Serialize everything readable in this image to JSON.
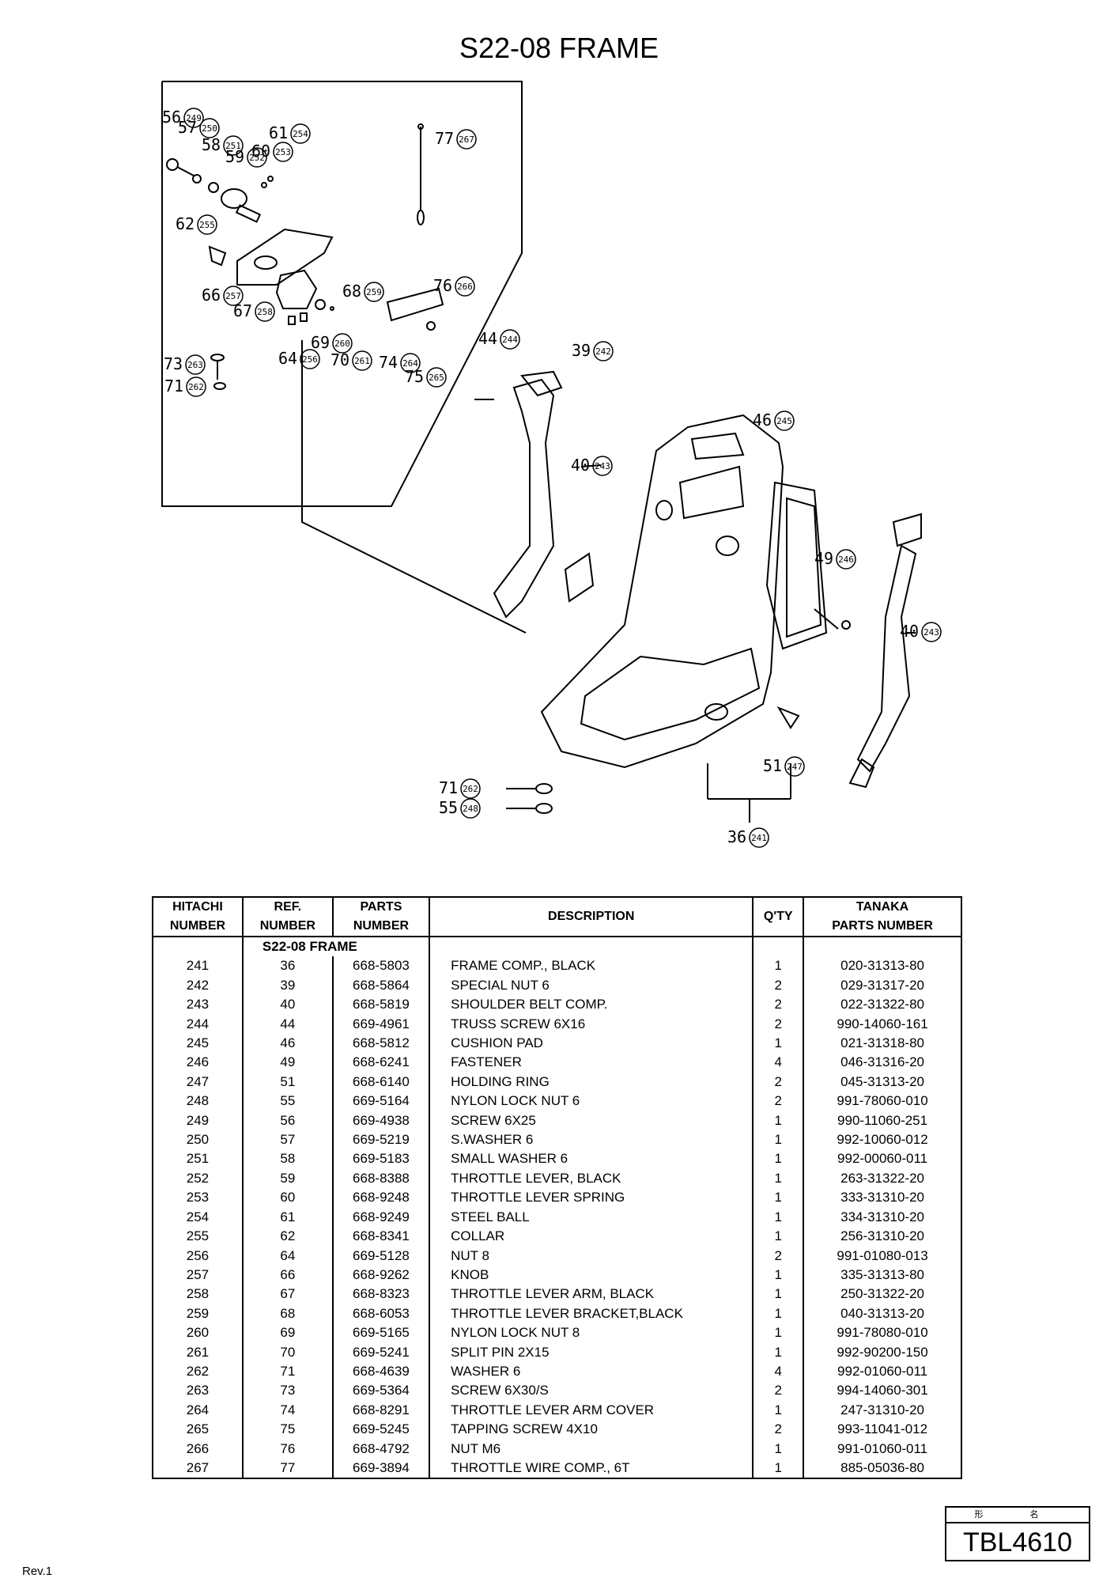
{
  "title": "S22-08 FRAME",
  "callouts": [
    {
      "ref": "56",
      "no": "249"
    },
    {
      "ref": "57",
      "no": "250"
    },
    {
      "ref": "58",
      "no": "251"
    },
    {
      "ref": "59",
      "no": "252"
    },
    {
      "ref": "60",
      "no": "253"
    },
    {
      "ref": "61",
      "no": "254"
    },
    {
      "ref": "62",
      "no": "255"
    },
    {
      "ref": "66",
      "no": "257"
    },
    {
      "ref": "67",
      "no": "258"
    },
    {
      "ref": "68",
      "no": "259"
    },
    {
      "ref": "64",
      "no": "256"
    },
    {
      "ref": "69",
      "no": "260"
    },
    {
      "ref": "70",
      "no": "261"
    },
    {
      "ref": "73",
      "no": "263"
    },
    {
      "ref": "71",
      "no": "262"
    },
    {
      "ref": "74",
      "no": "264"
    },
    {
      "ref": "75",
      "no": "265"
    },
    {
      "ref": "76",
      "no": "266"
    },
    {
      "ref": "77",
      "no": "267"
    },
    {
      "ref": "44",
      "no": "244"
    },
    {
      "ref": "39",
      "no": "242"
    },
    {
      "ref": "40",
      "no": "243"
    },
    {
      "ref": "46",
      "no": "245"
    },
    {
      "ref": "49",
      "no": "246"
    },
    {
      "ref": "40",
      "no": "243"
    },
    {
      "ref": "51",
      "no": "247"
    },
    {
      "ref": "36",
      "no": "241"
    },
    {
      "ref": "71",
      "no": "262"
    },
    {
      "ref": "55",
      "no": "248"
    }
  ],
  "table": {
    "headers": {
      "hitachi": [
        "HITACHI",
        "NUMBER"
      ],
      "ref": [
        "REF.",
        "NUMBER"
      ],
      "parts": [
        "PARTS",
        "NUMBER"
      ],
      "description": "DESCRIPTION",
      "qty": "Q'TY",
      "tanaka": [
        "TANAKA",
        "PARTS NUMBER"
      ]
    },
    "section": "S22-08  FRAME",
    "rows": [
      [
        "241",
        "36",
        "668-5803",
        "FRAME COMP., BLACK",
        "1",
        "020-31313-80"
      ],
      [
        "242",
        "39",
        "668-5864",
        "SPECIAL NUT 6",
        "2",
        "029-31317-20"
      ],
      [
        "243",
        "40",
        "668-5819",
        "SHOULDER BELT COMP.",
        "2",
        "022-31322-80"
      ],
      [
        "244",
        "44",
        "669-4961",
        "TRUSS SCREW 6X16",
        "2",
        "990-14060-161"
      ],
      [
        "245",
        "46",
        "668-5812",
        "CUSHION PAD",
        "1",
        "021-31318-80"
      ],
      [
        "246",
        "49",
        "668-6241",
        "FASTENER",
        "4",
        "046-31316-20"
      ],
      [
        "247",
        "51",
        "668-6140",
        "HOLDING RING",
        "2",
        "045-31313-20"
      ],
      [
        "248",
        "55",
        "669-5164",
        "NYLON LOCK NUT 6",
        "2",
        "991-78060-010"
      ],
      [
        "249",
        "56",
        "669-4938",
        "SCREW 6X25",
        "1",
        "990-11060-251"
      ],
      [
        "250",
        "57",
        "669-5219",
        "S.WASHER 6",
        "1",
        "992-10060-012"
      ],
      [
        "251",
        "58",
        "669-5183",
        "SMALL WASHER 6",
        "1",
        "992-00060-011"
      ],
      [
        "252",
        "59",
        "668-8388",
        "THROTTLE LEVER, BLACK",
        "1",
        "263-31322-20"
      ],
      [
        "253",
        "60",
        "668-9248",
        "THROTTLE LEVER SPRING",
        "1",
        "333-31310-20"
      ],
      [
        "254",
        "61",
        "668-9249",
        "STEEL BALL",
        "1",
        "334-31310-20"
      ],
      [
        "255",
        "62",
        "668-8341",
        "COLLAR",
        "1",
        "256-31310-20"
      ],
      [
        "256",
        "64",
        "669-5128",
        "NUT 8",
        "2",
        "991-01080-013"
      ],
      [
        "257",
        "66",
        "668-9262",
        "KNOB",
        "1",
        "335-31313-80"
      ],
      [
        "258",
        "67",
        "668-8323",
        "THROTTLE LEVER ARM, BLACK",
        "1",
        "250-31322-20"
      ],
      [
        "259",
        "68",
        "668-6053",
        "THROTTLE LEVER BRACKET,BLACK",
        "1",
        "040-31313-20"
      ],
      [
        "260",
        "69",
        "669-5165",
        "NYLON LOCK NUT 8",
        "1",
        "991-78080-010"
      ],
      [
        "261",
        "70",
        "669-5241",
        "SPLIT PIN 2X15",
        "1",
        "992-90200-150"
      ],
      [
        "262",
        "71",
        "668-4639",
        "WASHER 6",
        "4",
        "992-01060-011"
      ],
      [
        "263",
        "73",
        "669-5364",
        "SCREW 6X30/S",
        "2",
        "994-14060-301"
      ],
      [
        "264",
        "74",
        "668-8291",
        "THROTTLE LEVER ARM COVER",
        "1",
        "247-31310-20"
      ],
      [
        "265",
        "75",
        "669-5245",
        "TAPPING SCREW 4X10",
        "2",
        "993-11041-012"
      ],
      [
        "266",
        "76",
        "668-4792",
        "NUT M6",
        "1",
        "991-01060-011"
      ],
      [
        "267",
        "77",
        "669-3894",
        "THROTTLE WIRE COMP., 6T",
        "1",
        "885-05036-80"
      ]
    ]
  },
  "footer": {
    "rev": "Rev.1",
    "model_label": "形 名",
    "model": "TBL4610"
  }
}
